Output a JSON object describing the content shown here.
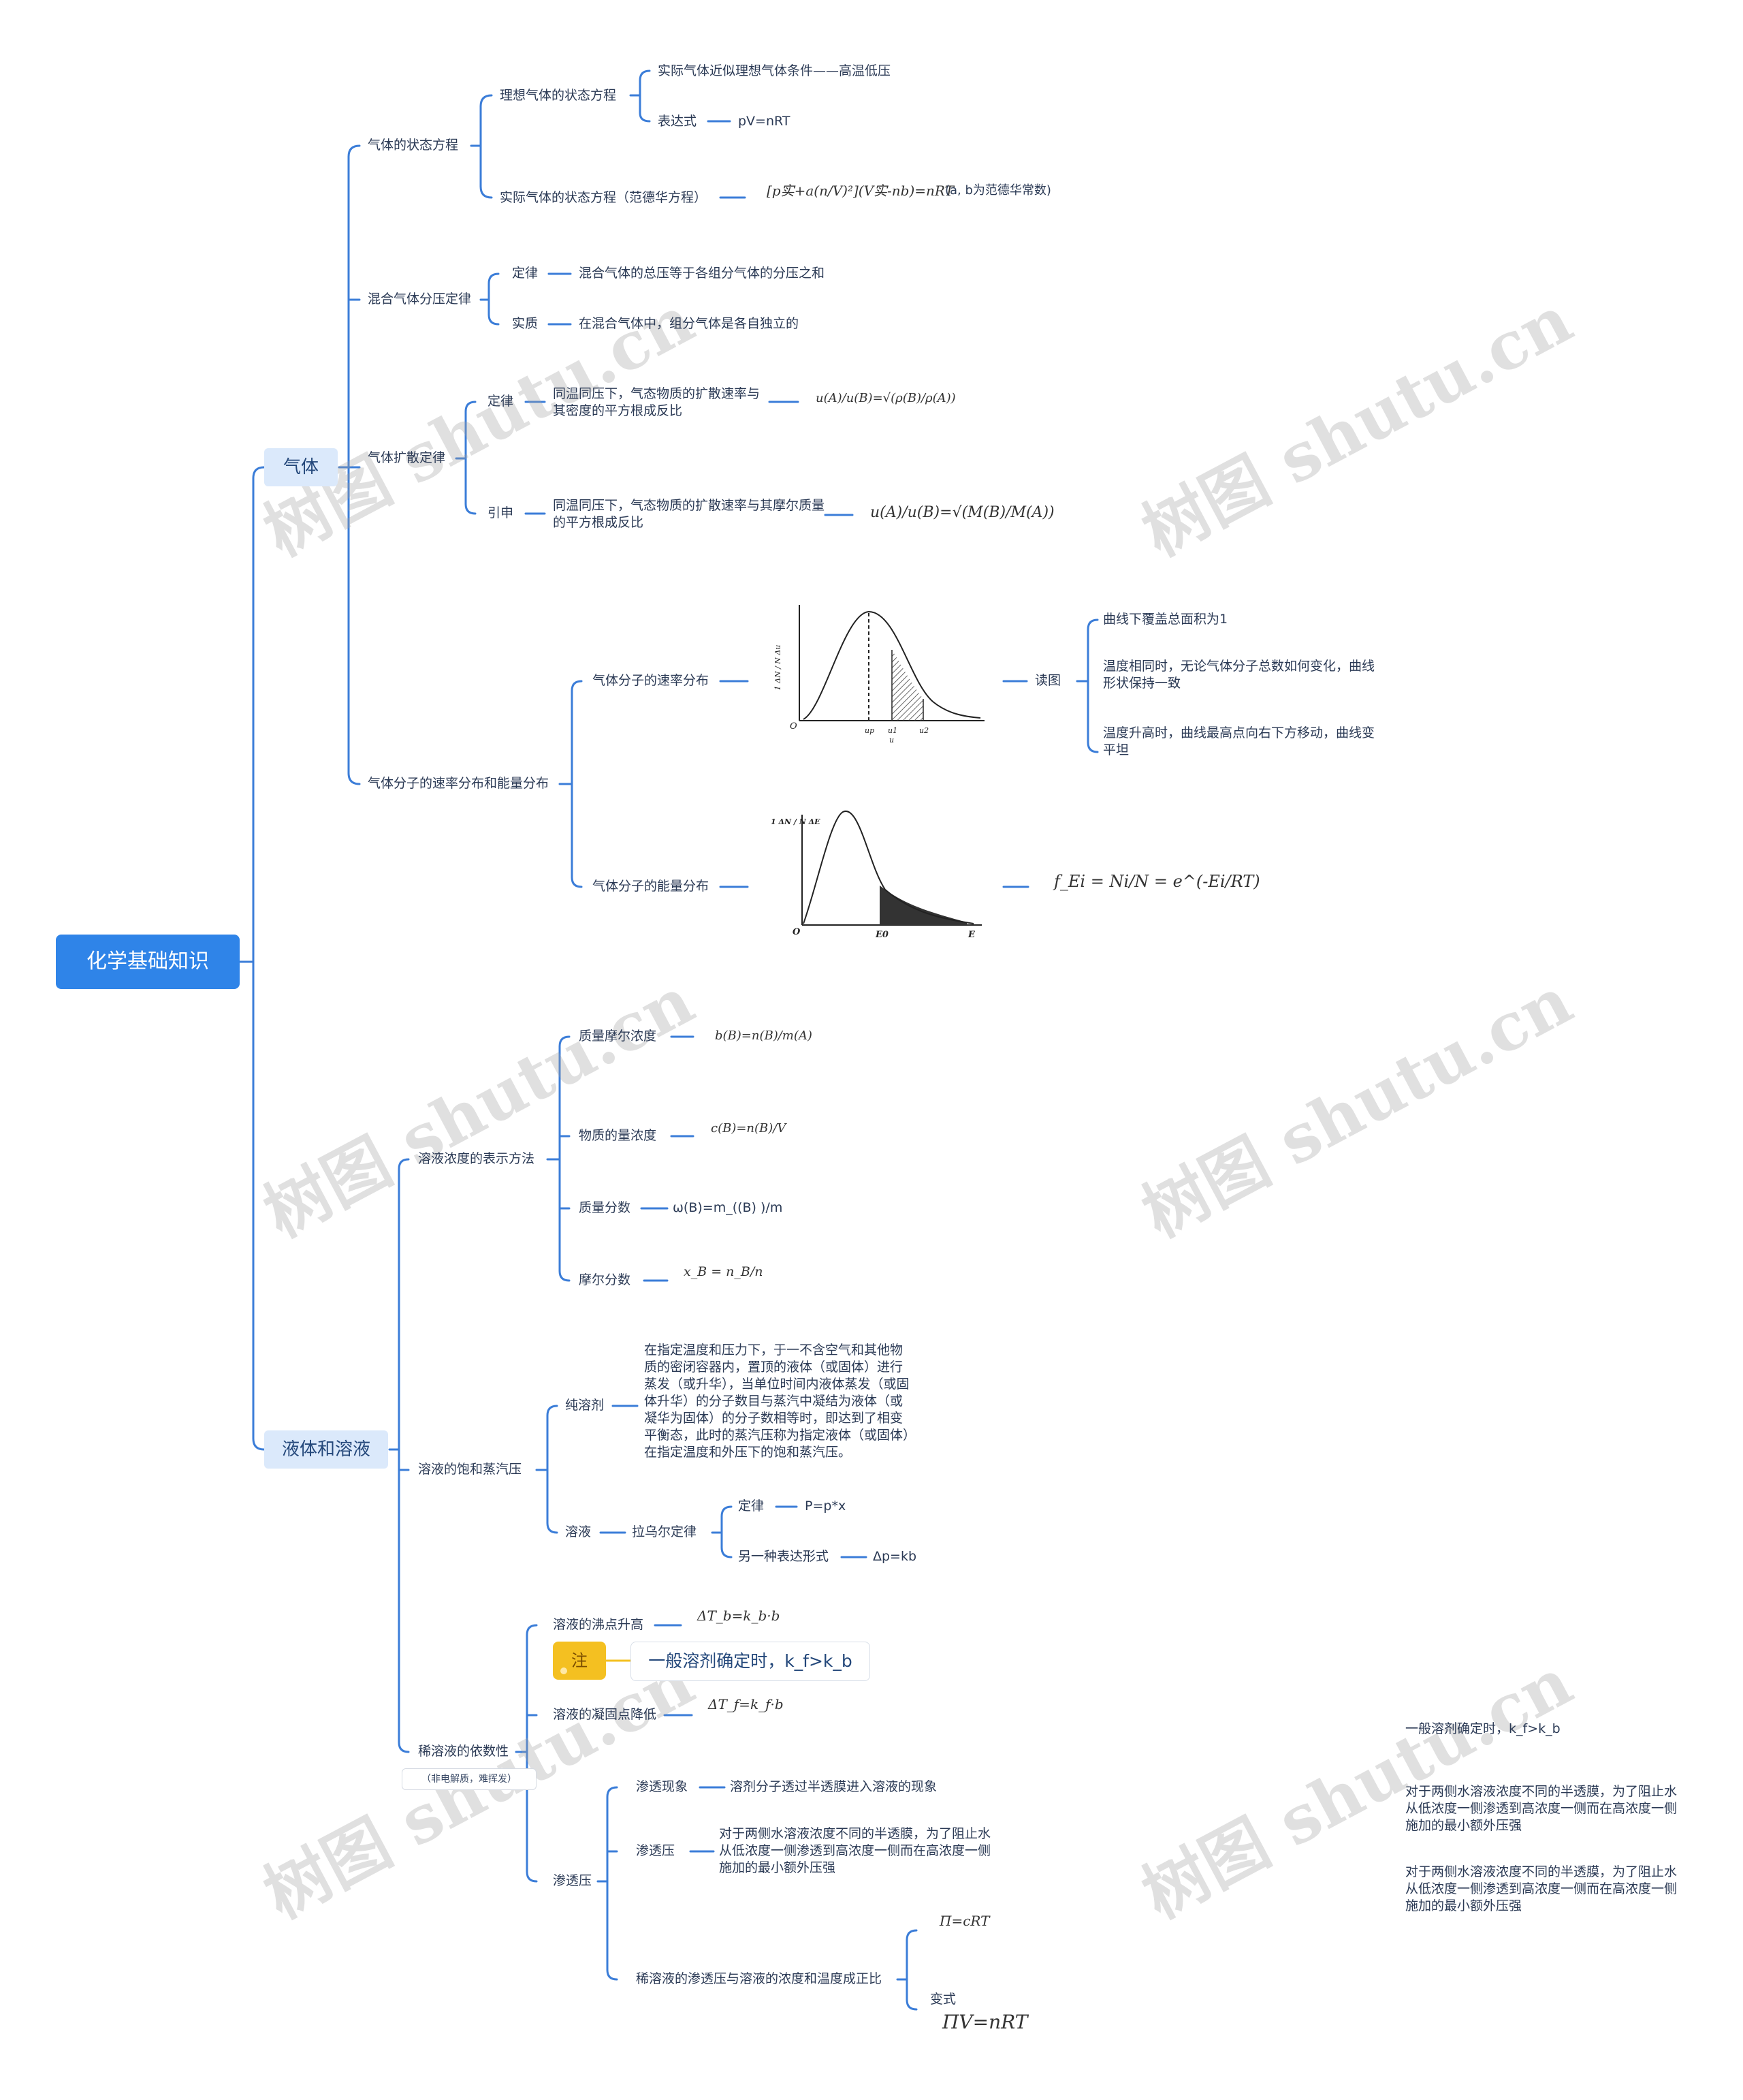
{
  "title": "化学基础知识",
  "watermark": "树图 shutu.cn",
  "accent_color": "#2f84e8",
  "line_color": "#3b7dd8",
  "gas": {
    "label": "气体",
    "state_eq": {
      "label": "气体的状态方程",
      "ideal": {
        "label": "理想气体的状态方程",
        "condition": "实际气体近似理想气体条件——高温低压",
        "expr_label": "表达式",
        "expr": "pV=nRT"
      },
      "real": {
        "label": "实际气体的状态方程（范德华方程）",
        "formula": "[p实+a(n/V)²](V实-nb)=nRT",
        "note": "(a, b为范德华常数)"
      }
    },
    "partial": {
      "label": "混合气体分压定律",
      "law_label": "定律",
      "law": "混合气体的总压等于各组分气体的分压之和",
      "essence_label": "实质",
      "essence": "在混合气体中，组分气体是各自独立的"
    },
    "diffusion": {
      "label": "气体扩散定律",
      "law_label": "定律",
      "law": "同温同压下，气态物质的扩散速率与其密度的平方根成反比",
      "law_formula": "u(A)/u(B)=√(ρ(B)/ρ(A))",
      "ext_label": "引申",
      "ext": "同温同压下，气态物质的扩散速率与其摩尔质量的平方根成反比",
      "ext_formula": "u(A)/u(B)=√(M(B)/M(A))"
    },
    "distribution": {
      "label": "气体分子的速率分布和能量分布",
      "speed_label": "气体分子的速率分布",
      "reading_label": "读图",
      "reading": [
        "曲线下覆盖总面积为1",
        "温度相同时，无论气体分子总数如何变化，曲线形状保持一致",
        "温度升高时，曲线最高点向右下方移动，曲线变平坦"
      ],
      "energy_label": "气体分子的能量分布",
      "energy_formula": "f_Ei = Ni/N = e^(-Ei/RT)"
    }
  },
  "solution": {
    "label": "液体和溶液",
    "concentration": {
      "label": "溶液浓度的表示方法",
      "molality_label": "质量摩尔浓度",
      "molality": "b(B)=n(B)/m(A)",
      "molarity_label": "物质的量浓度",
      "molarity": "c(B)=n(B)/V",
      "mass_fraction_label": "质量分数",
      "mass_fraction": "ω(B)=m_((B) )/m",
      "mole_fraction_label": "摩尔分数",
      "mole_fraction": "x_B = n_B/n"
    },
    "vapor": {
      "label": "溶液的饱和蒸汽压",
      "pure_label": "纯溶剂",
      "pure": "在指定温度和压力下，于一不含空气和其他物质的密闭容器内，置顶的液体（或固体）进行蒸发（或升华），当单位时间内液体蒸发（或固体升华）的分子数目与蒸汽中凝结为液体（或凝华为固体）的分子数相等时，即达到了相变平衡态，此时的蒸汽压称为指定液体（或固体）在指定温度和外压下的饱和蒸汽压。",
      "solution_label": "溶液",
      "raoult_label": "拉乌尔定律",
      "law_label": "定律",
      "law": "P=p*x",
      "other_label": "另一种表达形式",
      "other": "Δp=kb"
    },
    "colligative": {
      "label": "稀溶液的依数性",
      "tag": "（非电解质，难挥发）",
      "bp_label": "溶液的沸点升高",
      "bp": "ΔT_b=k_b·b",
      "note_badge": "注",
      "note": "一般溶剂确定时，k_f>k_b",
      "fp_label": "溶液的凝固点降低",
      "fp": "ΔT_f=k_f·b",
      "osmosis_label": "渗透压",
      "phenomenon_label": "渗透现象",
      "phenomenon": "溶剂分子透过半透膜进入溶液的现象",
      "pressure_label": "渗透压",
      "pressure": "对于两侧水溶液浓度不同的半透膜，为了阻止水从低浓度一侧渗透到高浓度一侧而在高浓度一侧施加的最小额外压强",
      "proportional_label": "稀溶液的渗透压与溶液的浓度和温度成正比",
      "eq1": "Π=cRT",
      "variant_label": "变式",
      "eq2": "ΠV=nRT"
    }
  },
  "loose_notes": [
    "一般溶剂确定时，k_f>k_b",
    "对于两侧水溶液浓度不同的半透膜，为了阻止水从低浓度一侧渗透到高浓度一侧而在高浓度一侧施加的最小额外压强",
    "对于两侧水溶液浓度不同的半透膜，为了阻止水从低浓度一侧渗透到高浓度一侧而在高浓度一侧施加的最小额外压强"
  ],
  "speed_chart": {
    "ylabel": "1 ΔN / N Δu",
    "origin": "O",
    "ticks": [
      "up",
      "u1",
      "u",
      "u2"
    ]
  },
  "energy_chart": {
    "ylabel": "1 ΔN / N ΔE",
    "origin": "O",
    "tick": "E0",
    "xlabel": "E"
  }
}
